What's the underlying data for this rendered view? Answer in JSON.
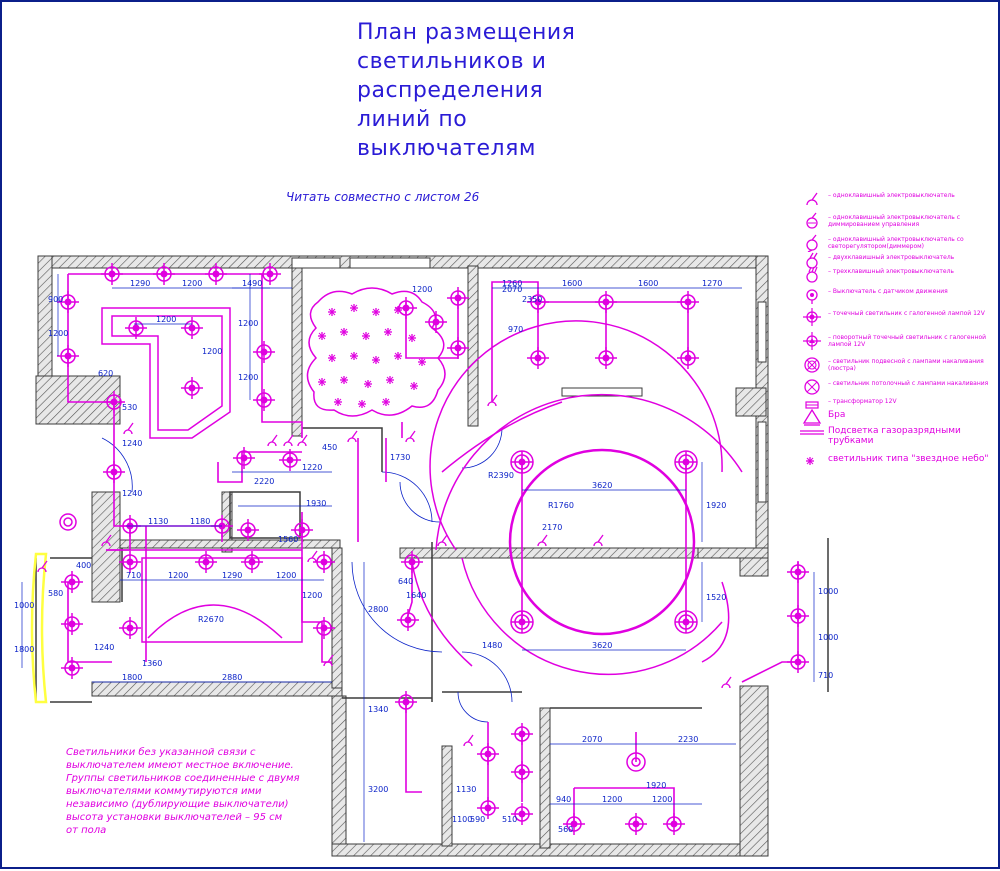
{
  "title_lines": [
    "План размещения",
    "светильников и",
    "распределения",
    "линий по",
    "выключателям"
  ],
  "subtitle": "Читать совместно с листом 26",
  "notes": [
    "Светильники без указанной связи с",
    "выключателем имеют местное включение.",
    "Группы светильников соединенные с двумя",
    "выключателями коммутируются ими",
    "независимо (дублирующие выключатели)",
    "высота установки выключателей – 95 см",
    "от пола"
  ],
  "legend": [
    {
      "icon": "single-switch-icon",
      "text": "– одноклавишный электровыключатель"
    },
    {
      "icon": "dimmer-switch-icon",
      "text": "– одноклавишный электровыключатель с диммированием управления"
    },
    {
      "icon": "pass-switch-icon",
      "text": "– одноклавишный электровыключатель со светорегулятором(диммером)"
    },
    {
      "icon": "double-switch-icon",
      "text": "– двухклавишный электровыключатель"
    },
    {
      "icon": "triple-switch-icon",
      "text": "– трехклавишный электровыключатель"
    },
    {
      "icon": "motion-sensor-icon",
      "text": "– Выключатель с датчиком движения"
    },
    {
      "icon": "spot-light-12v-icon",
      "text": "– точечный светильник с галогенной лампой 12V"
    },
    {
      "icon": "rotary-spot-icon",
      "text": "– поворотный точечный светильник с галогенной лампой 12V"
    },
    {
      "icon": "pendant-light-icon",
      "text": "– светильник подвесной с лампами накаливания (люстра)"
    },
    {
      "icon": "ceiling-light-icon",
      "text": "– светильник потолочный с лампами накаливания"
    },
    {
      "icon": "transformer-icon",
      "text": "– трансформатор 12V"
    },
    {
      "icon": "sconce-icon",
      "text": "Бра",
      "big": true
    },
    {
      "icon": "tube-light-icon",
      "text": "Подсветка газоразрядными трубками",
      "big": true
    },
    {
      "icon": "star-light-icon",
      "text": "светильник типа \"звездное небо\"",
      "big": true
    }
  ],
  "dimensions": [
    "1290",
    "1200",
    "1490",
    "1260",
    "1600",
    "1600",
    "1270",
    "900",
    "1200",
    "1200",
    "1200",
    "1200",
    "970",
    "1200",
    "1200",
    "620",
    "530",
    "1240",
    "1240",
    "2220",
    "1220",
    "450",
    "2070",
    "3620",
    "1920",
    "1930",
    "1130",
    "1180",
    "1560",
    "1200",
    "1290",
    "1200",
    "1200",
    "710",
    "1000",
    "580",
    "400",
    "1800",
    "1240",
    "1800",
    "2350",
    "1360",
    "1480",
    "3620",
    "1520",
    "1000",
    "1000",
    "710",
    "1340",
    "2800",
    "3200",
    "1130",
    "2070",
    "2230",
    "940",
    "1200",
    "1200",
    "1920",
    "590",
    "510",
    "640",
    "560",
    "2170",
    "R2390",
    "R1760",
    "R2670",
    "2880",
    "1640",
    "1100",
    "1730"
  ],
  "colors": {
    "wall": "#3b3b3b",
    "wire": "#e000e0",
    "dim": "#0b22c8",
    "title": "#2a1bd6",
    "highlight": "#ffff40"
  }
}
